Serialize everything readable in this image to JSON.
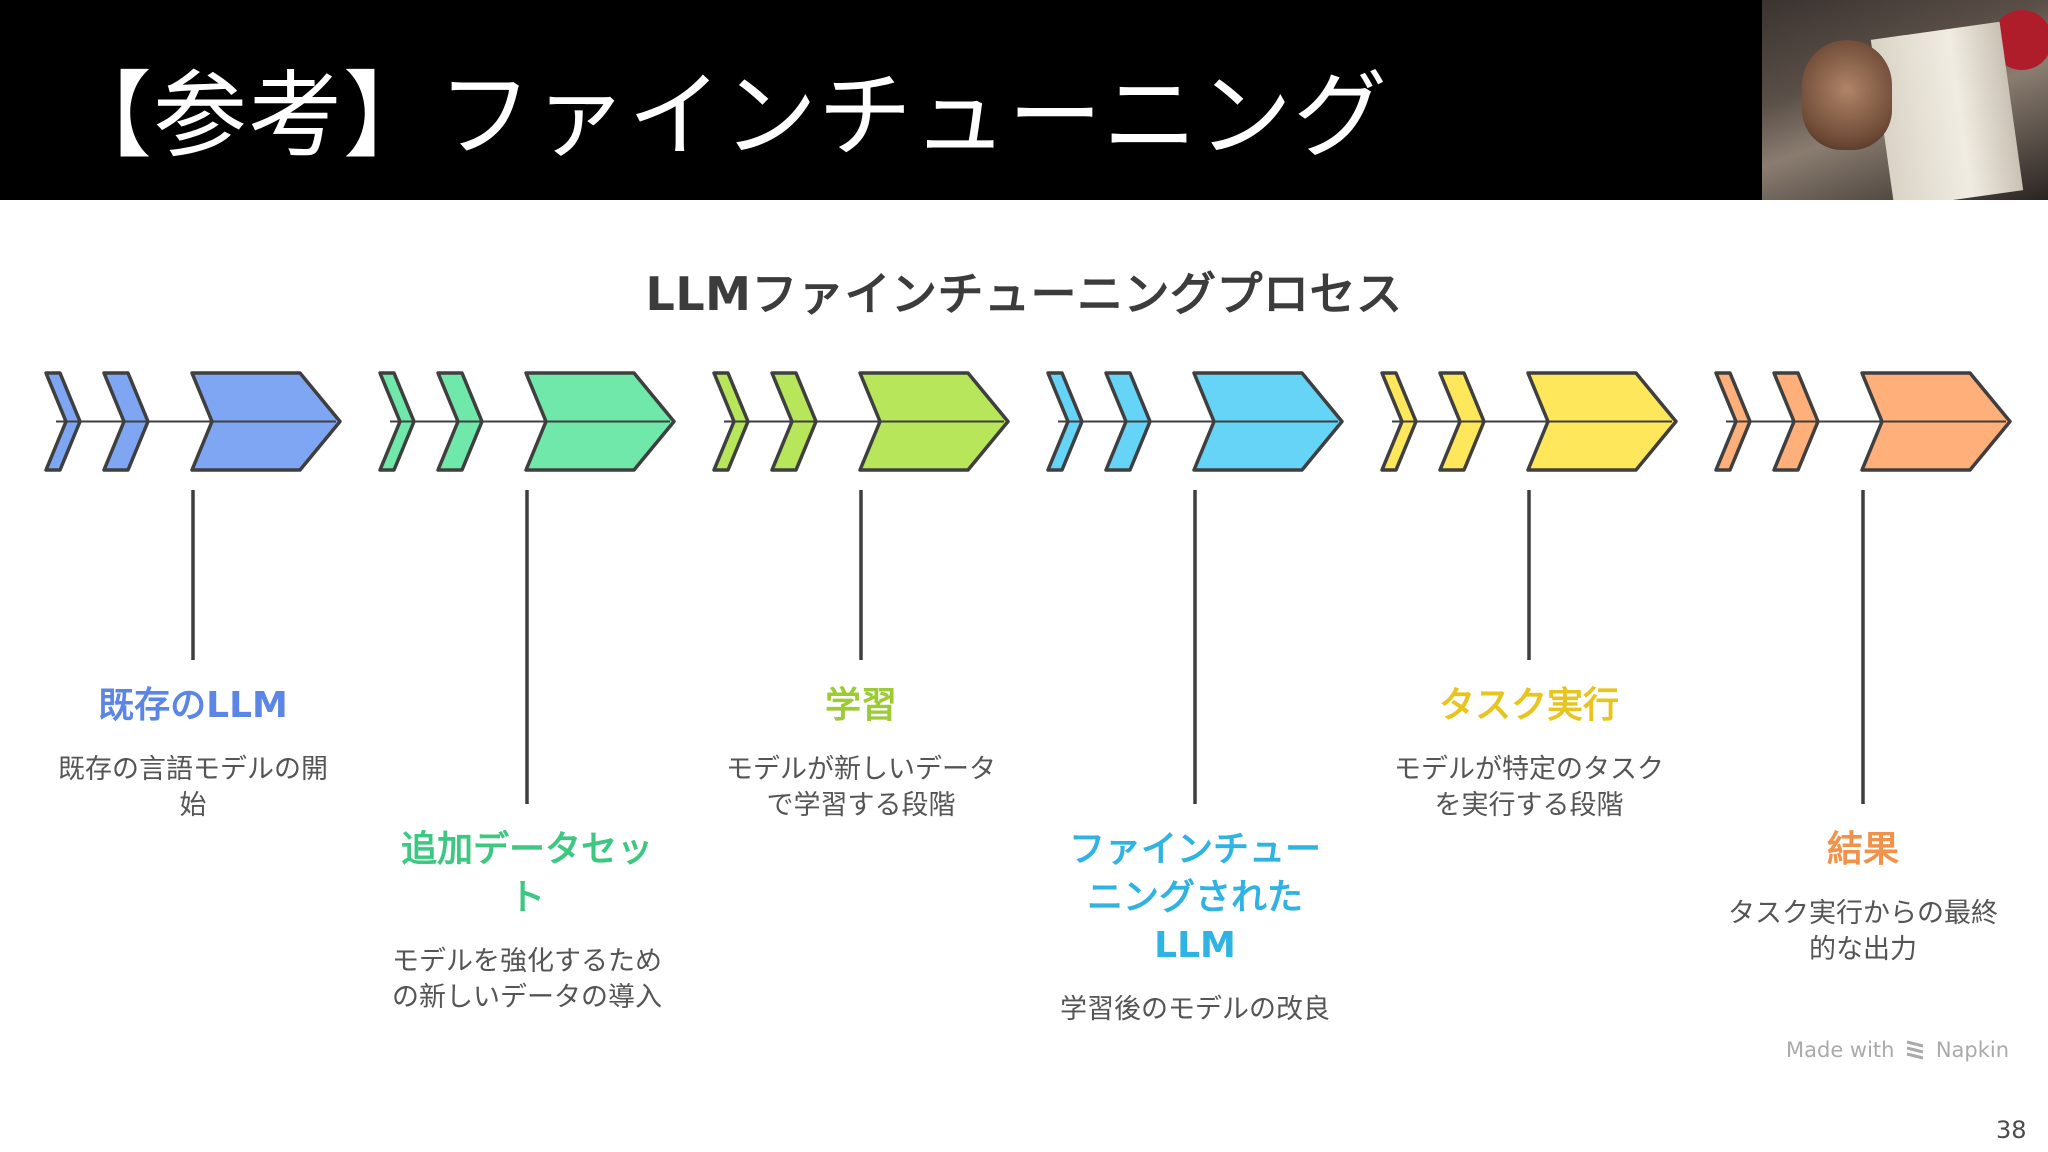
{
  "slide": {
    "title": "【参考】ファインチューニング",
    "page_number": "38",
    "watermark_prefix": "Made with",
    "watermark_brand": "Napkin"
  },
  "diagram": {
    "title": "LLMファインチューニングプロセス",
    "stages": [
      {
        "title": "既存のLLM",
        "description": "既存の言語モデルの開始",
        "color": "#7fa6f3",
        "text_color": "#5b86e6",
        "label_level": "upper"
      },
      {
        "title": "追加データセット",
        "description": "モデルを強化するための新しいデータの導入",
        "color": "#6fe8a9",
        "text_color": "#3dc882",
        "label_level": "lower"
      },
      {
        "title": "学習",
        "description": "モデルが新しいデータで学習する段階",
        "color": "#b7e65a",
        "text_color": "#9ccb36",
        "label_level": "upper"
      },
      {
        "title": "ファインチューニングされたLLM",
        "description": "学習後のモデルの改良",
        "color": "#66d4f7",
        "text_color": "#2fb3e3",
        "label_level": "lower"
      },
      {
        "title": "タスク実行",
        "description": "モデルが特定のタスクを実行する段階",
        "color": "#ffe75c",
        "text_color": "#e8c51e",
        "label_level": "upper"
      },
      {
        "title": "結果",
        "description": "タスク実行からの最終的な出力",
        "color": "#ffb07a",
        "text_color": "#f0924a",
        "label_level": "lower"
      }
    ]
  }
}
